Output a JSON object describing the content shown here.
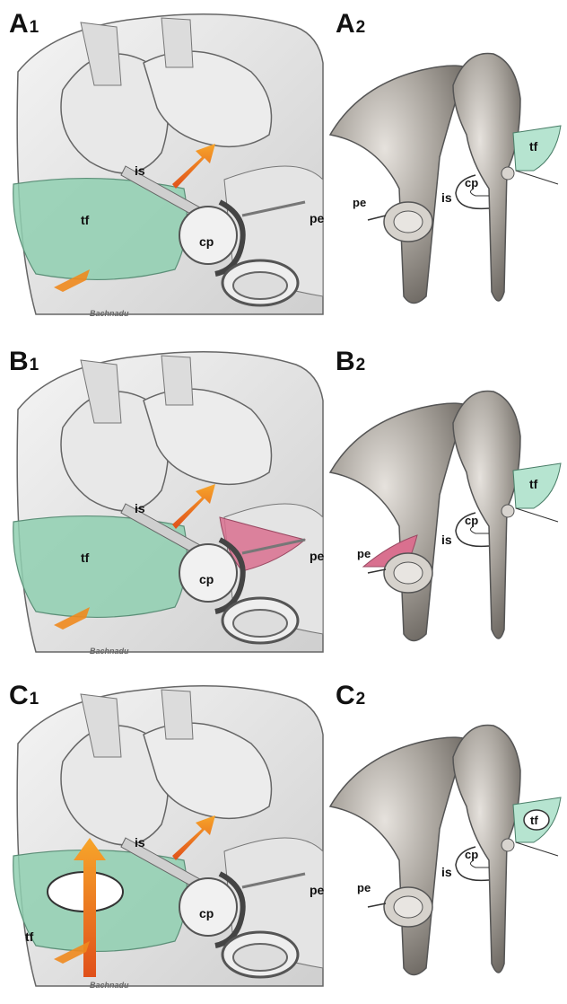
{
  "panels": [
    {
      "id": "A1",
      "letter": "A",
      "sub": "1",
      "labels": {
        "tf": "tf",
        "is": "is",
        "cp": "cp",
        "pe": "pe"
      }
    },
    {
      "id": "A2",
      "letter": "A",
      "sub": "2",
      "labels": {
        "tf": "tf",
        "is": "is",
        "cp": "cp",
        "pe": "pe"
      }
    },
    {
      "id": "B1",
      "letter": "B",
      "sub": "1",
      "labels": {
        "tf": "tf",
        "is": "is",
        "cp": "cp",
        "pe": "pe"
      }
    },
    {
      "id": "B2",
      "letter": "B",
      "sub": "2",
      "labels": {
        "tf": "tf",
        "is": "is",
        "cp": "cp",
        "pe": "pe"
      }
    },
    {
      "id": "C1",
      "letter": "C",
      "sub": "1",
      "labels": {
        "tf": "tf",
        "is": "is",
        "cp": "cp",
        "pe": "pe"
      }
    },
    {
      "id": "C2",
      "letter": "C",
      "sub": "2",
      "labels": {
        "tf": "tf",
        "is": "is",
        "cp": "cp",
        "pe": "pe"
      }
    }
  ],
  "signature": "Bachnadu",
  "colors": {
    "tensor_fold": "#8fcfb0",
    "pink_fold": "#d9708f",
    "arrow": "#f08a1e",
    "bone": "#9a958f",
    "sketch": "#555555"
  }
}
